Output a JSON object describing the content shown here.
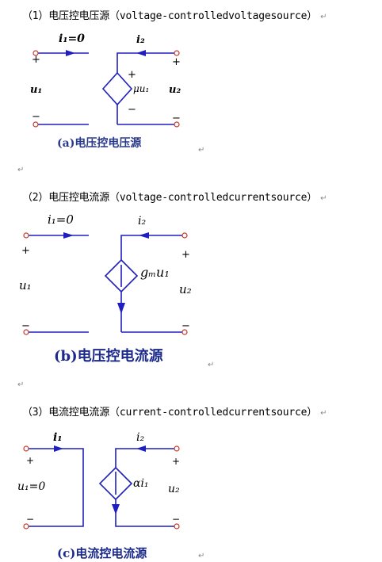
{
  "sections": [
    {
      "heading": "（1）电压控电压源（voltage-controlledvoltagesource）",
      "left_current": "i₁=0",
      "right_current": "i₂",
      "left_voltage": "u₁",
      "right_voltage": "u₂",
      "source_label": "μu₁",
      "plus": "+",
      "minus": "−",
      "caption": "(a)电压控电压源"
    },
    {
      "heading": "（2）电压控电流源（voltage-controlledcurrentsource）",
      "left_current": "i₁=0",
      "right_current": "i₂",
      "left_voltage": "u₁",
      "right_voltage": "u₂",
      "source_label": "gₘu₁",
      "plus": "+",
      "minus": "−",
      "caption": "(b)电压控电流源"
    },
    {
      "heading": "（3）电流控电流源（current-controlledcurrentsource）",
      "left_current": "i₁",
      "right_current": "i₂",
      "left_voltage": "u₁=0",
      "right_voltage": "u₂",
      "source_label": "αi₁",
      "plus": "+",
      "minus": "−",
      "caption": "(c)电流控电流源"
    }
  ],
  "paragraph_mark": "↵",
  "colors": {
    "wire": "#1f1fbf",
    "terminal": "#c0392b",
    "caption": "#1b2a8a"
  }
}
